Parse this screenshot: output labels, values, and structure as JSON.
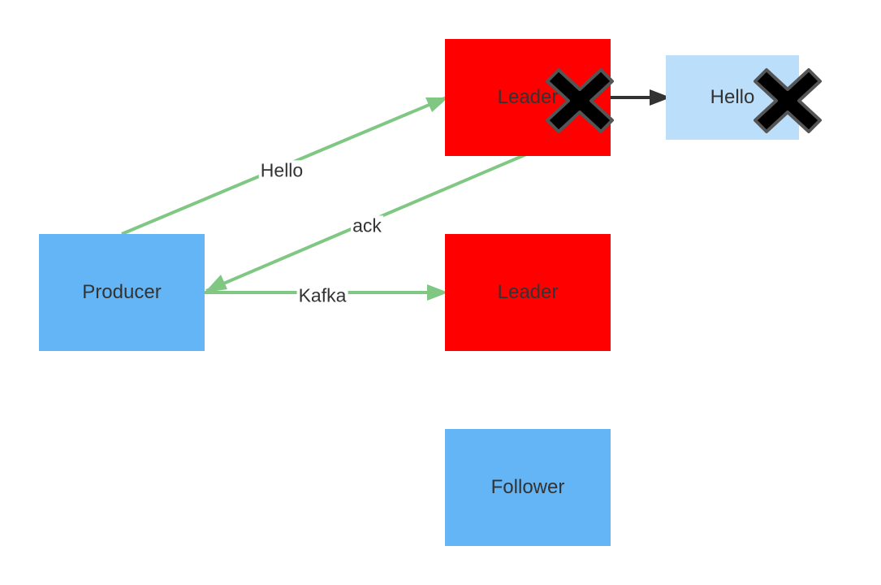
{
  "colors": {
    "blue_node": "#64b5f6",
    "red_node": "#ff0000",
    "light_blue_node": "#bbdefb",
    "green_edge": "#81c784",
    "dark_edge": "#333333",
    "cross_fill": "#000000",
    "cross_stroke": "#555555"
  },
  "nodes": {
    "producer": "Producer",
    "leader_top": "Leader",
    "leader_middle": "Leader",
    "follower": "Follower",
    "replica": "Hello"
  },
  "edges": {
    "hello": "Hello",
    "ack": "ack",
    "kafka": "Kafka"
  },
  "icons": {
    "failure": "cross-mark-icon"
  }
}
